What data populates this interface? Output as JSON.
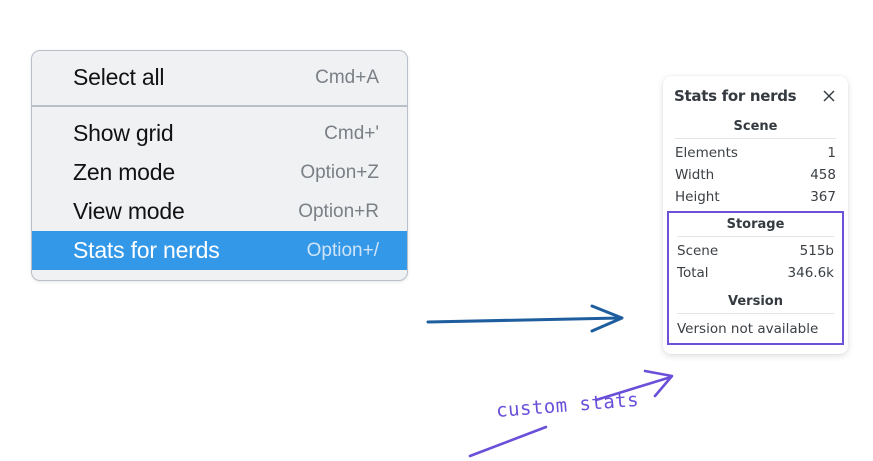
{
  "colors": {
    "menu_bg": "#f0f1f3",
    "menu_border": "#b9c0ca",
    "selection_blue": "#3498e8",
    "annotation_purple": "#6a4fd8",
    "arrow_blue": "#1f5e9e",
    "panel_bg": "#ffffff",
    "text_primary": "#111214",
    "shortcut_gray": "#7b8086"
  },
  "context_menu": {
    "groups": [
      {
        "items": [
          {
            "label": "Select all",
            "shortcut": "Cmd+A",
            "selected": false
          }
        ]
      },
      {
        "items": [
          {
            "label": "Show grid",
            "shortcut": "Cmd+'",
            "selected": false
          },
          {
            "label": "Zen mode",
            "shortcut": "Option+Z",
            "selected": false
          },
          {
            "label": "View mode",
            "shortcut": "Option+R",
            "selected": false
          },
          {
            "label": "Stats for nerds",
            "shortcut": "Option+/",
            "selected": true
          }
        ]
      }
    ]
  },
  "stats_panel": {
    "title": "Stats for nerds",
    "close_icon": "close-icon",
    "sections": [
      {
        "title": "Scene",
        "rows": [
          {
            "key": "Elements",
            "value": "1"
          },
          {
            "key": "Width",
            "value": "458"
          },
          {
            "key": "Height",
            "value": "367"
          }
        ]
      },
      {
        "title": "Storage",
        "rows": [
          {
            "key": "Scene",
            "value": "515b"
          },
          {
            "key": "Total",
            "value": "346.6k"
          }
        ]
      },
      {
        "title": "Version",
        "note": "Version not available"
      }
    ]
  },
  "annotations": {
    "label": "custom stats"
  }
}
